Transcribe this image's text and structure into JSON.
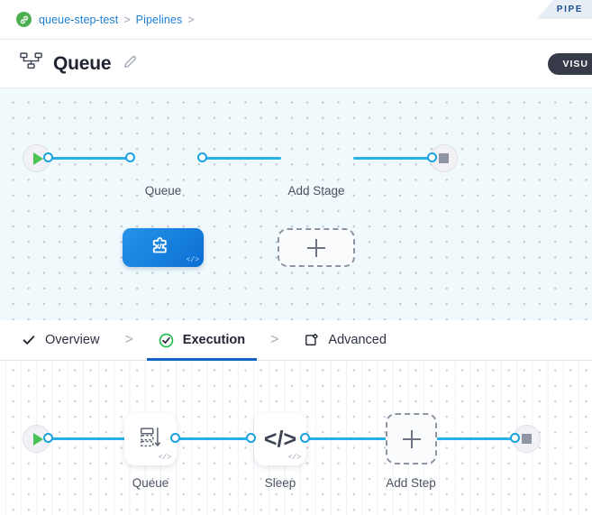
{
  "breadcrumb": {
    "badge_icon": "link-circle-icon",
    "items": [
      {
        "label": "queue-step-test",
        "sep": ">"
      },
      {
        "label": "Pipelines",
        "sep": ">"
      }
    ]
  },
  "corner_tab": {
    "label": "PIPE",
    "bg": "#e8eef6",
    "color": "#1d4f91"
  },
  "header": {
    "icon": "pipeline-nodes-icon",
    "title": "Queue",
    "edit_icon": "pencil-icon",
    "mode_pill": {
      "label": "VISU",
      "bg": "#373a49",
      "color": "#ffffff"
    }
  },
  "stage_canvas": {
    "start_node": {
      "icon": "play-icon",
      "color": "#4cc357"
    },
    "end_node": {
      "icon": "stop-square-icon",
      "color": "#8f95a3"
    },
    "nodes": [
      {
        "label": "Queue",
        "type": "stage",
        "icon": "puzzle-code-icon",
        "badge": "</>",
        "color": "#0a6fd4"
      },
      {
        "label": "Add Stage",
        "type": "add",
        "icon": "plus-icon"
      }
    ]
  },
  "tabs": {
    "separator": ">",
    "items": [
      {
        "label": "Overview",
        "icon": "check-icon",
        "active": false
      },
      {
        "label": "Execution",
        "icon": "check-circle-green-icon",
        "active": true
      },
      {
        "label": "Advanced",
        "icon": "box-gear-icon",
        "active": false
      }
    ]
  },
  "step_canvas": {
    "start_node": {
      "icon": "play-icon",
      "color": "#4cc357"
    },
    "end_node": {
      "icon": "stop-square-icon",
      "color": "#8f95a3"
    },
    "nodes": [
      {
        "label": "Queue",
        "type": "step",
        "icon": "queue-stack-icon",
        "badge": "</>"
      },
      {
        "label": "Sleep",
        "type": "step",
        "icon": "code-brackets-icon",
        "badge": "</>"
      },
      {
        "label": "Add Step",
        "type": "add",
        "icon": "plus-icon"
      }
    ]
  },
  "colors": {
    "edge": "#29b0e8",
    "connector": "#1aa3e0",
    "accent": "#1366c4",
    "canvas_top_bg": "#f0f9fc",
    "canvas_bottom_bg": "#ffffff"
  }
}
